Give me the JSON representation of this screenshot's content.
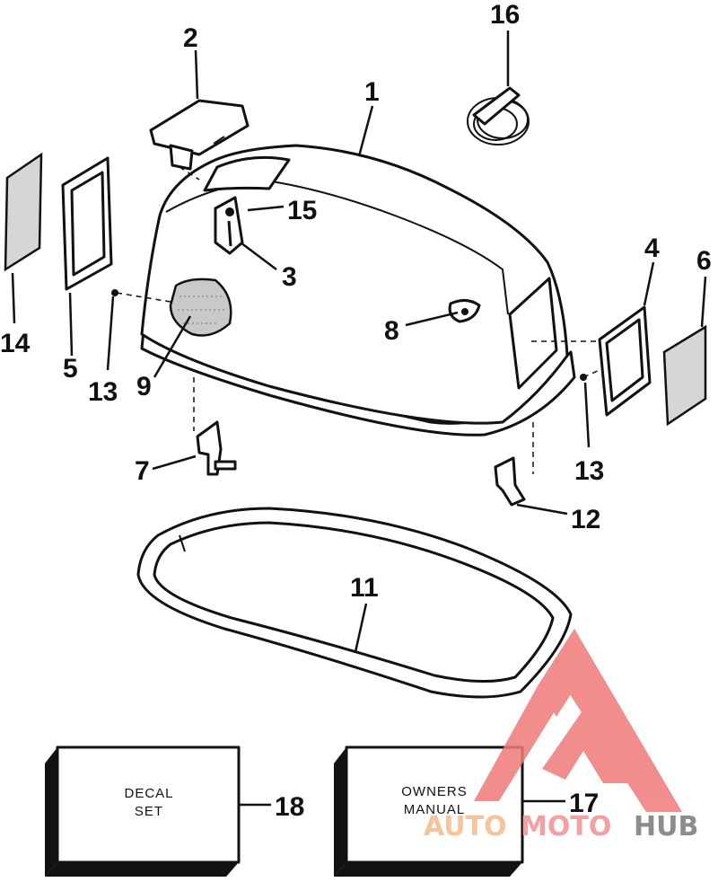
{
  "callouts": [
    {
      "id": "1",
      "text": "1"
    },
    {
      "id": "2",
      "text": "2"
    },
    {
      "id": "3",
      "text": "3"
    },
    {
      "id": "4",
      "text": "4"
    },
    {
      "id": "5",
      "text": "5"
    },
    {
      "id": "6",
      "text": "6"
    },
    {
      "id": "7",
      "text": "7"
    },
    {
      "id": "8",
      "text": "8"
    },
    {
      "id": "9",
      "text": "9"
    },
    {
      "id": "11",
      "text": "11"
    },
    {
      "id": "12",
      "text": "12"
    },
    {
      "id": "13a",
      "text": "13"
    },
    {
      "id": "13b",
      "text": "13"
    },
    {
      "id": "14",
      "text": "14"
    },
    {
      "id": "15",
      "text": "15"
    },
    {
      "id": "16",
      "text": "16"
    },
    {
      "id": "17",
      "text": "17"
    },
    {
      "id": "18",
      "text": "18"
    }
  ],
  "boxes": {
    "decal": {
      "line1": "DECAL",
      "line2": "SET"
    },
    "manual": {
      "line1": "OWNERS",
      "line2": "MANUAL"
    }
  },
  "watermark": {
    "part1": "AUTO",
    "part2": "MOTO",
    "part3": "HUB",
    "colors": {
      "auto": "#f7c39a",
      "moto": "#f2a0a0",
      "hub": "#8c8c8c",
      "logo": "#f07a7a"
    }
  }
}
